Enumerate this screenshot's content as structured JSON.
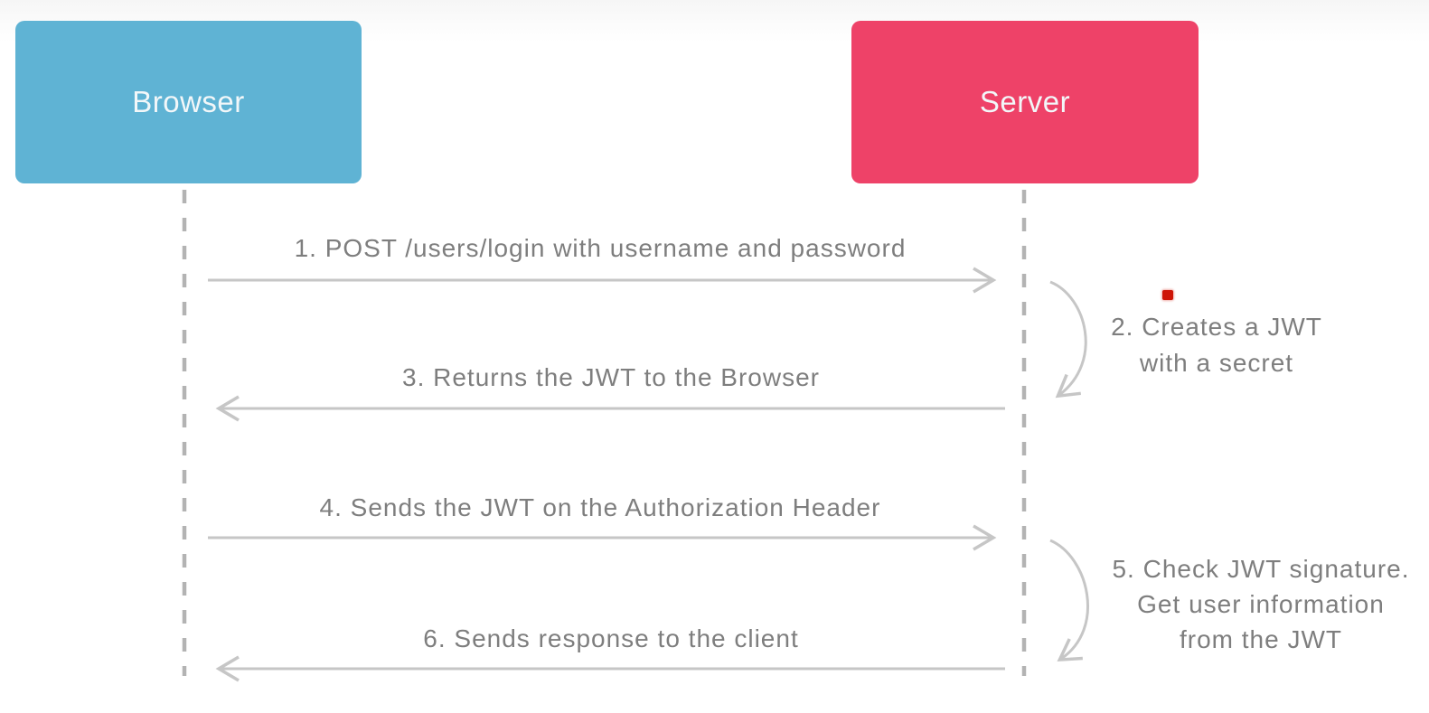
{
  "colors": {
    "browser_box": "#5fb3d4",
    "server_box": "#ee4268",
    "arrow": "#c6c6c6",
    "lifeline": "#b3b3b3",
    "message_text": "#7e7e7e",
    "actor_text": "#f2f7f9",
    "red_marker": "#ce1507"
  },
  "actors": {
    "browser": {
      "label": "Browser"
    },
    "server": {
      "label": "Server"
    }
  },
  "messages": {
    "m1": "1. POST /users/login with username and password",
    "m2": {
      "line1": "2. Creates a JWT",
      "line2": "with a secret"
    },
    "m3": "3. Returns the JWT to the Browser",
    "m4": "4. Sends the JWT on the Authorization Header",
    "m5": {
      "line1": "5. Check JWT signature.",
      "line2": "Get user information",
      "line3": "from the JWT"
    },
    "m6": "6. Sends response to the client"
  }
}
